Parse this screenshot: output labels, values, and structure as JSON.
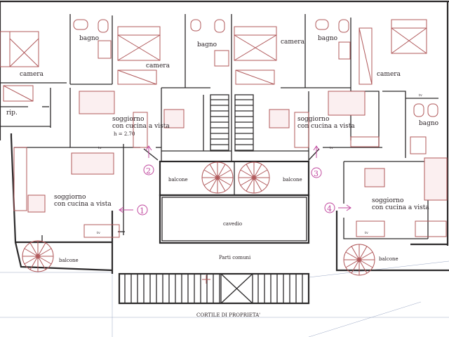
{
  "plan": {
    "rooms": {
      "camera_1": "camera",
      "camera_2": "camera",
      "camera_3": "camera",
      "camera_4": "camera",
      "bagno_1": "bagno",
      "bagno_2": "bagno",
      "bagno_3": "bagno",
      "bagno_4": "bagno",
      "rip": "rip.",
      "soggiorno_1_line1": "soggiorno",
      "soggiorno_1_line2": "con cucina a vista",
      "soggiorno_2_line1": "soggiorno",
      "soggiorno_2_line2": "con cucina a vista",
      "soggiorno_3_line1": "soggiorno",
      "soggiorno_3_line2": "con cucina a vista",
      "soggiorno_4_line1": "soggiorno",
      "soggiorno_4_line2": "con cucina a vista",
      "height": "h = 2.70",
      "balcone_left": "balcone",
      "balcone_mid1": "balcone",
      "balcone_mid2": "balcone",
      "balcone_right": "balcone",
      "cavedio": "cavedio",
      "parti_comuni": "Parti comuni",
      "cortile": "CORTILE DI PROPRIETA'"
    },
    "units": {
      "u1": "1",
      "u2": "2",
      "u3": "3",
      "u4": "4"
    },
    "tv": "tv",
    "colors": {
      "walls": "#2c2a2b",
      "furniture": "#b0585a",
      "markers": "#c0489e",
      "grid": "#9aa7c4"
    }
  }
}
